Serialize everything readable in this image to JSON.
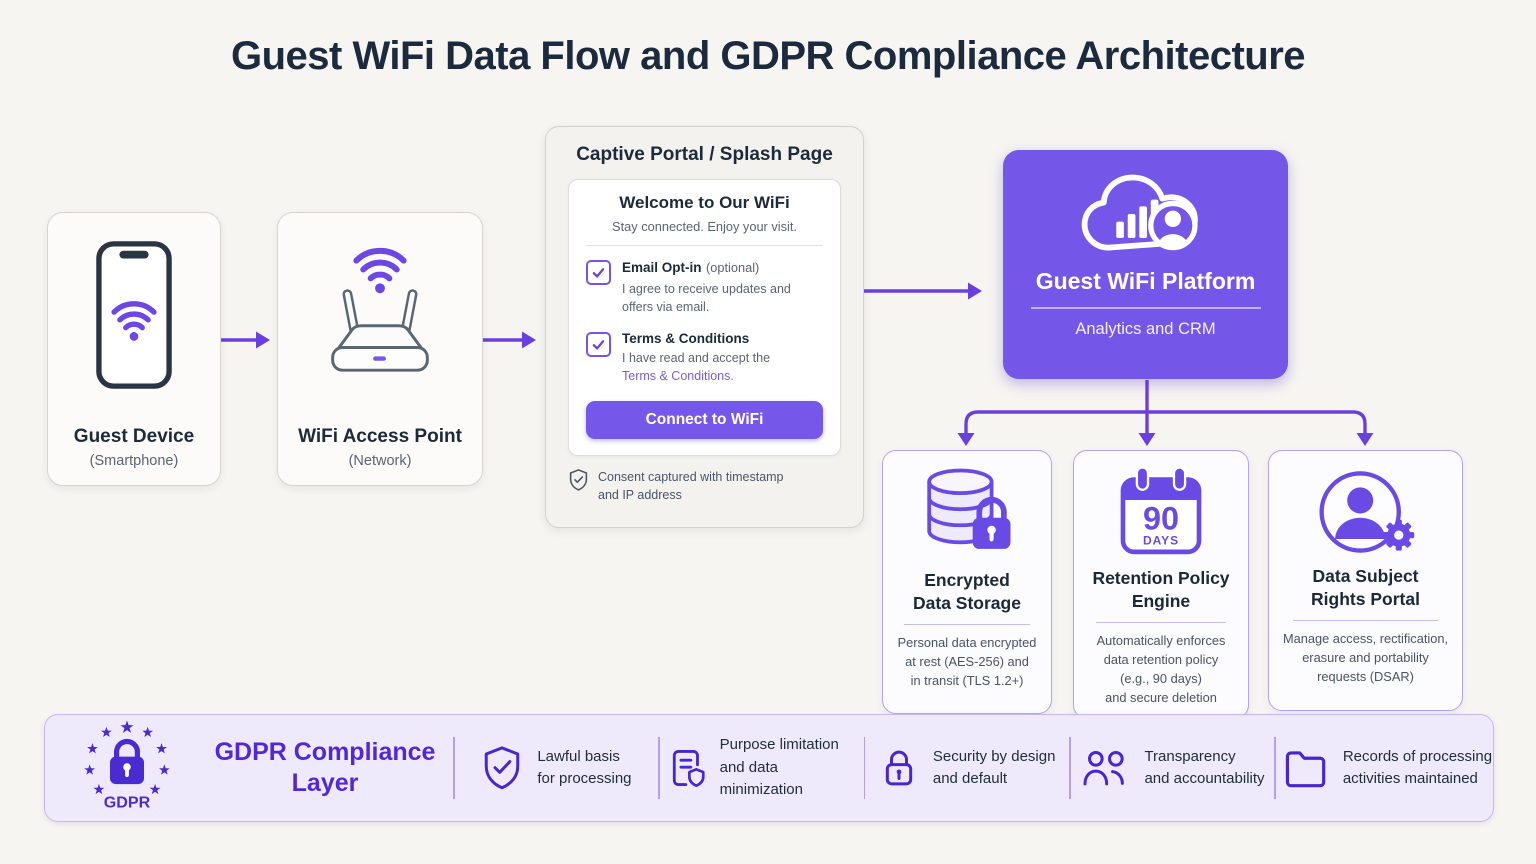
{
  "title": "Guest WiFi Data Flow and GDPR Compliance Architecture",
  "flow": {
    "guest_device": {
      "icon": "smartphone-wifi-icon",
      "title": "Guest Device",
      "subtitle": "(Smartphone)"
    },
    "access_point": {
      "icon": "wifi-router-icon",
      "title": "WiFi Access Point",
      "subtitle": "(Network)"
    },
    "captive_portal": {
      "panel_title": "Captive Portal / Splash Page",
      "welcome_title": "Welcome to Our WiFi",
      "welcome_subtitle": "Stay connected. Enjoy your visit.",
      "email_optin": {
        "label": "Email Opt-in",
        "suffix": "(optional)",
        "description": [
          "I agree to receive updates and",
          "offers via email."
        ],
        "checked": true
      },
      "terms": {
        "label": "Terms & Conditions",
        "description": "I have read and accept the",
        "link_text": "Terms & Conditions.",
        "checked": true
      },
      "connect_button": "Connect to WiFi",
      "consent_note": [
        "Consent captured with timestamp",
        "and IP address"
      ]
    },
    "platform": {
      "icon": "cloud-analytics-user-icon",
      "title": "Guest WiFi Platform",
      "subtitle": "Analytics and CRM"
    },
    "backend": [
      {
        "icon": "database-lock-icon",
        "title": [
          "Encrypted",
          "Data Storage"
        ],
        "description": [
          "Personal data encrypted",
          "at rest (AES-256) and",
          "in transit (TLS 1.2+)"
        ]
      },
      {
        "icon": "calendar-90-days-icon",
        "calendar": {
          "number": "90",
          "unit": "DAYS"
        },
        "title": [
          "Retention Policy",
          "Engine"
        ],
        "description": [
          "Automatically enforces",
          "data retention policy",
          "(e.g., 90 days)",
          "and secure deletion"
        ]
      },
      {
        "icon": "user-gear-icon",
        "title": [
          "Data Subject",
          "Rights Portal"
        ],
        "description": [
          "Manage access, rectification,",
          "erasure and portability",
          "requests (DSAR)"
        ]
      }
    ]
  },
  "compliance_bar": {
    "badge": {
      "icon": "gdpr-lock-stars-icon",
      "label": "GDPR"
    },
    "title": [
      "GDPR Compliance",
      "Layer"
    ],
    "items": [
      {
        "icon": "shield-check-icon",
        "label": [
          "Lawful basis",
          "for processing"
        ]
      },
      {
        "icon": "document-shield-icon",
        "label": [
          "Purpose limitation",
          "and data minimization"
        ]
      },
      {
        "icon": "padlock-icon",
        "label": [
          "Security by design",
          "and default"
        ]
      },
      {
        "icon": "users-icon",
        "label": [
          "Transparency",
          "and accountability"
        ]
      },
      {
        "icon": "folder-icon",
        "label": [
          "Records of processing",
          "activities maintained"
        ]
      }
    ]
  },
  "colors": {
    "background": "#F7F5F1",
    "primary_purple": "#7457E8",
    "icon_purple": "#6A4AE4",
    "deep_purple": "#4A2BD2",
    "arrow_purple": "#6A3FE0",
    "bar_title_purple": "#5227D8",
    "link_purple": "#7A5BE8",
    "dark_text": "#1B2A3C",
    "muted_text": "#5A6472",
    "card_border_purple": "#B3A2EF",
    "bar_background": "#EFEAFB"
  }
}
